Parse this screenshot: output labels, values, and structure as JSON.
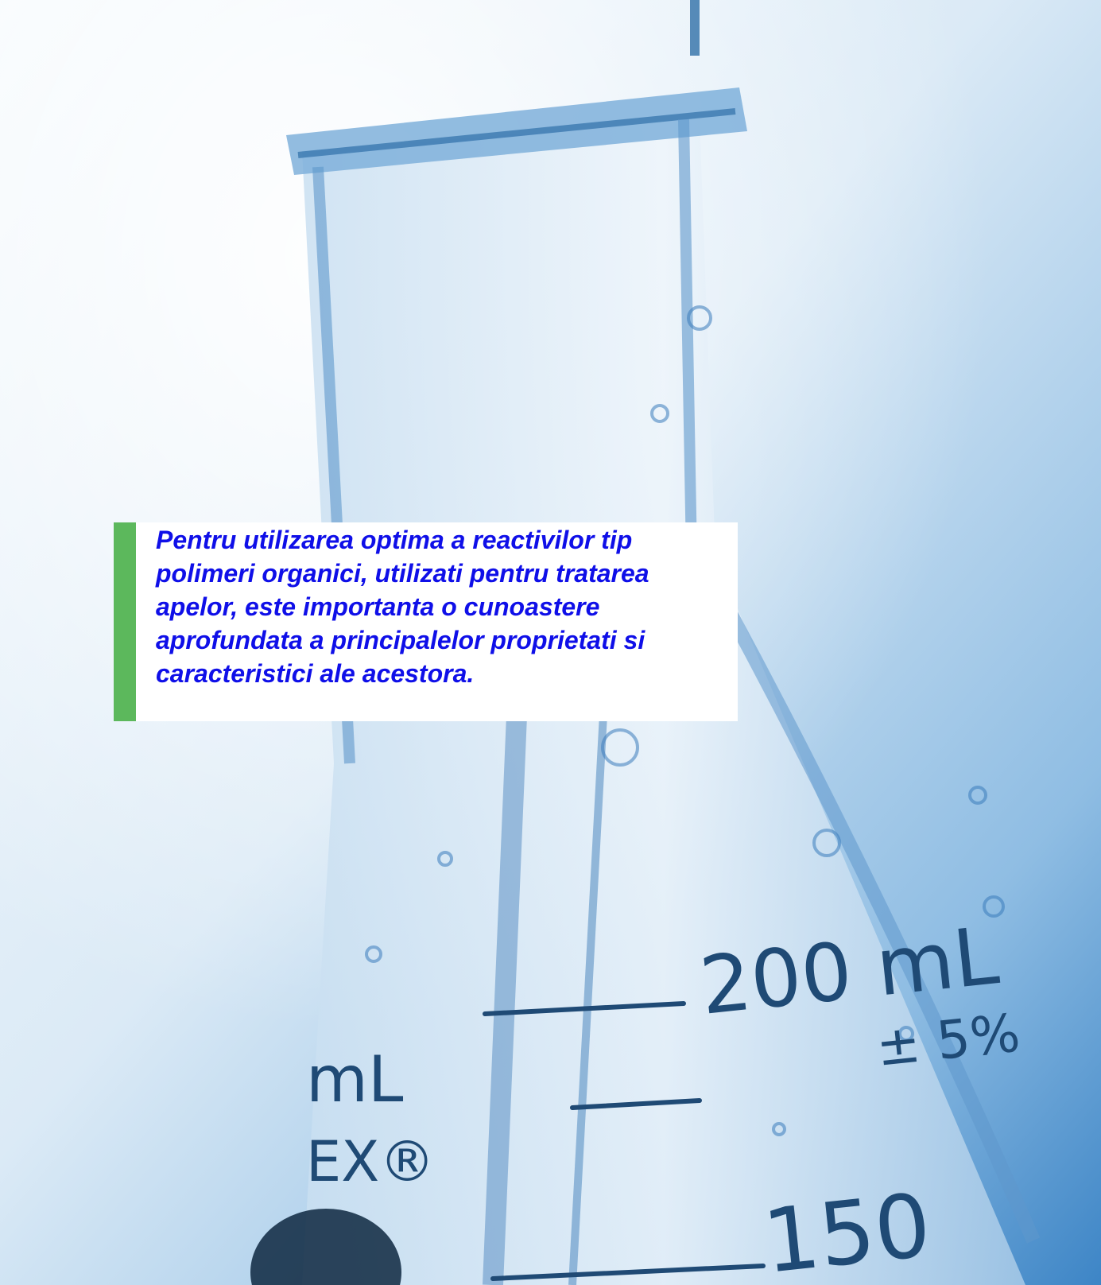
{
  "callout": {
    "text": "Pentru utilizarea optima a reactivilor tip polimeri organici, utilizati pentru tratarea apelor, este importanta o cunoastere aprofundata a principalelor proprietati si caracteristici ale acestora.",
    "bar_color": "#5cb85c",
    "text_color": "#0f0fe8"
  },
  "flask": {
    "graduation_main": "200 mL",
    "tolerance": "± 5%",
    "graduation_lower": "150",
    "side_marking_unit": "mL",
    "side_marking_brand": "EX®"
  }
}
